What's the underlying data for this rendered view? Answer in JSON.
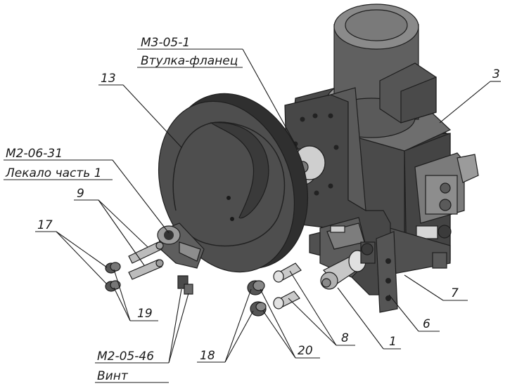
{
  "callouts": {
    "m3_05_1_code": "М3-05-1",
    "m3_05_1_name": "Втулка-фланец",
    "m2_06_31_code": "М2-06-31",
    "m2_06_31_name": "Лекало часть 1",
    "m2_05_46_code": "М2-05-46",
    "m2_05_46_name": "Винт",
    "n13": "13",
    "n3": "3",
    "n9": "9",
    "n17": "17",
    "n19": "19",
    "n18": "18",
    "n20": "20",
    "n8": "8",
    "n1": "1",
    "n6": "6",
    "n7": "7"
  },
  "colors": {
    "body_dark": "#3b3b3b",
    "body_mid": "#5a5a5a",
    "body_light": "#8c8c8c",
    "metal": "#c8c8c8",
    "line": "#1a1a1a"
  }
}
